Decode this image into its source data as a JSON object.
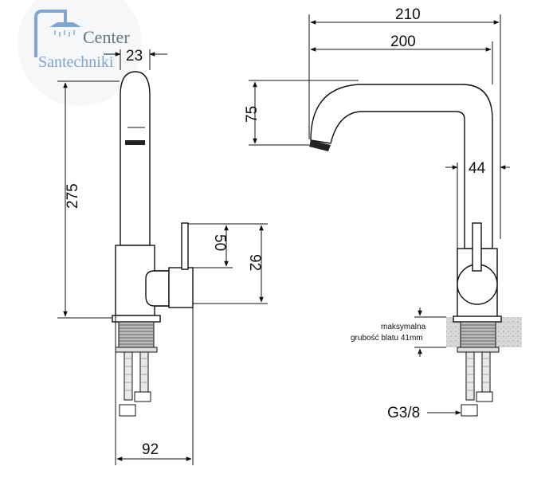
{
  "logo": {
    "line1": "Center",
    "line2": "Santechniki",
    "accent_color": "#7fa6cf",
    "text_color": "#6c7480"
  },
  "dimensions": {
    "top_width_outer": "210",
    "top_width_inner": "200",
    "spout_width": "23",
    "spout_drop": "75",
    "body_height": "275",
    "lever_height": "50",
    "side_height": "92",
    "base_width": "92",
    "body_depth": "44"
  },
  "notes": {
    "counter_line1": "maksymalna",
    "counter_line2": "grubość blatu 41mm",
    "thread": "G3/8"
  }
}
